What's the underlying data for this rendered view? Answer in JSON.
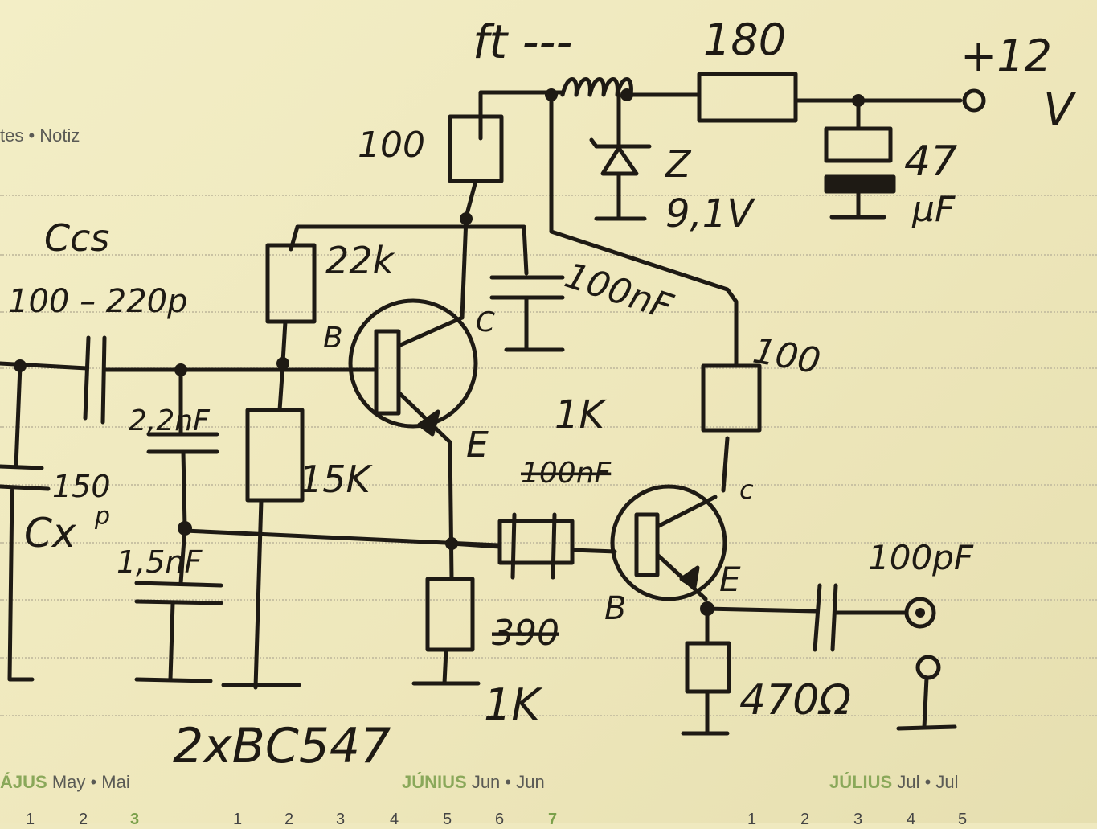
{
  "print": {
    "notes_header": "tes • Notiz",
    "month_may_hu": "ÁJUS",
    "month_may": "May • Mai",
    "month_jun_hu": "JÚNIUS",
    "month_jun": "Jun • Jun",
    "month_jul_hu": "JÚLIUS",
    "month_jul": "Jul • Jul",
    "days": [
      "1",
      "2",
      "3",
      "1",
      "2",
      "3",
      "4",
      "5",
      "6",
      "7",
      "1",
      "2",
      "3",
      "4",
      "5"
    ]
  },
  "labels": {
    "ft": "ft ---",
    "r180": "180",
    "vplus": "+12",
    "v": "V",
    "r100_top": "100",
    "zener_z": "Z",
    "zener_v": "9,1V",
    "cap47": "47",
    "cap47_unit": "µF",
    "ccs": "Ccs",
    "r22k": "22k",
    "cap100nf": "100nF",
    "cap100_220": "100 – 220p",
    "b1": "B",
    "c1": "C",
    "r100_right": "100",
    "cap2_2nf": "2,2nF",
    "r15k": "15K",
    "e1": "E",
    "r1k_top": "1K",
    "x100nf": "100nF",
    "cap150": "150",
    "cx": "Cx",
    "cx_p": "p",
    "c2": "c",
    "cap1_5nf": "1,5nF",
    "cap100pf": "100pF",
    "e2": "E",
    "b2": "B",
    "x390": "390",
    "r1k_bottom": "1K",
    "r470": "470Ω",
    "transistors": "2xBC547"
  }
}
